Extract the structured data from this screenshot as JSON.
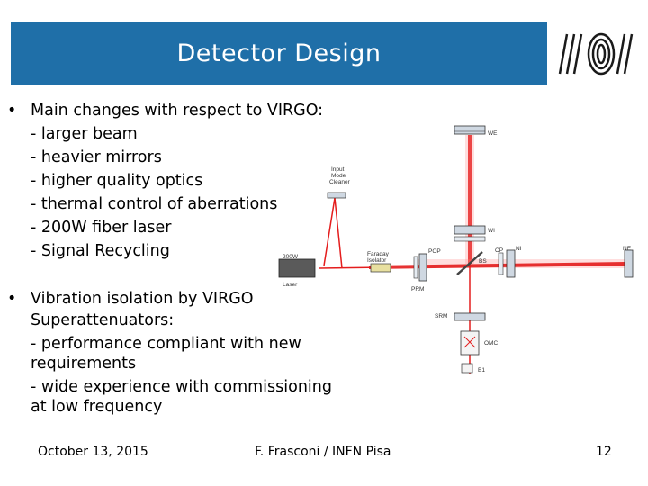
{
  "header": {
    "title": "Detector Design",
    "bar_color": "#1f6fa8"
  },
  "bullets": [
    {
      "text": "Main changes with respect to VIRGO:",
      "subitems": [
        "- larger beam",
        "- heavier mirrors",
        "- higher quality optics",
        "- thermal control of aberrations",
        "- 200W fiber laser",
        "- Signal Recycling"
      ]
    },
    {
      "lines": [
        "Vibration isolation by VIRGO",
        "Superattenuators:",
        "- performance compliant with new",
        "requirements",
        "- wide experience with commissioning",
        "at low frequency"
      ]
    }
  ],
  "diagram": {
    "labels": {
      "we": "WE",
      "wi": "WI",
      "ni": "NI",
      "ne": "NE",
      "cp": "CP",
      "bs": "BS",
      "pop": "POP",
      "prm": "PRM",
      "srm": "SRM",
      "omc": "OMC",
      "b1": "B1",
      "laser_power": "200W",
      "laser": "Laser",
      "imc_1": "Input",
      "imc_2": "Mode",
      "imc_3": "Cleaner",
      "faraday_1": "Faraday",
      "faraday_2": "Isolator"
    },
    "beam_color": "#e41d1d"
  },
  "footer": {
    "date": "October 13, 2015",
    "author": "F. Frasconi / INFN Pisa",
    "page": "12"
  }
}
